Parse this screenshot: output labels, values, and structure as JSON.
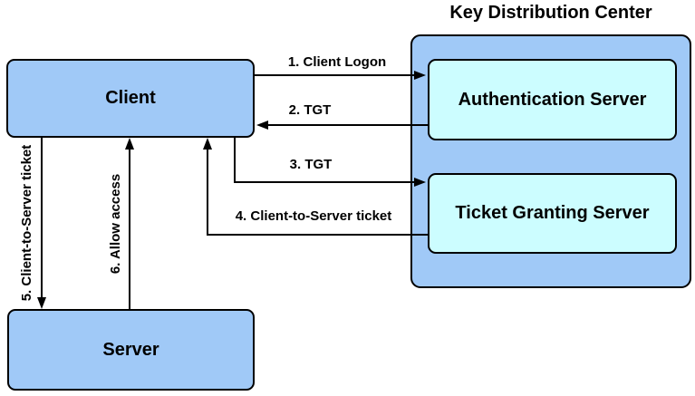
{
  "diagram": {
    "title": "Key Distribution Center",
    "nodes": {
      "client": {
        "label": "Client"
      },
      "server": {
        "label": "Server"
      },
      "authentication_server": {
        "label": "Authentication Server"
      },
      "ticket_granting_server": {
        "label": "Ticket Granting Server"
      }
    },
    "arrows": [
      {
        "label": "1. Client Logon",
        "from": "Client",
        "to": "Authentication Server",
        "direction": "right"
      },
      {
        "label": "2. TGT",
        "from": "Authentication Server",
        "to": "Client",
        "direction": "left"
      },
      {
        "label": "3. TGT",
        "from": "Client",
        "to": "Ticket Granting Server",
        "direction": "right"
      },
      {
        "label": "4. Client-to-Server ticket",
        "from": "Ticket Granting Server",
        "to": "Client",
        "direction": "left-then-up"
      },
      {
        "label": "5. Client-to-Server ticket",
        "from": "Client",
        "to": "Server",
        "direction": "down"
      },
      {
        "label": "6. Allow access",
        "from": "Server",
        "to": "Client",
        "direction": "up"
      }
    ],
    "colors": {
      "outer_node_fill": "#a0c9f7",
      "inner_node_fill": "#ccfdff",
      "border": "#000000",
      "text": "#000000",
      "background": "#ffffff"
    }
  }
}
